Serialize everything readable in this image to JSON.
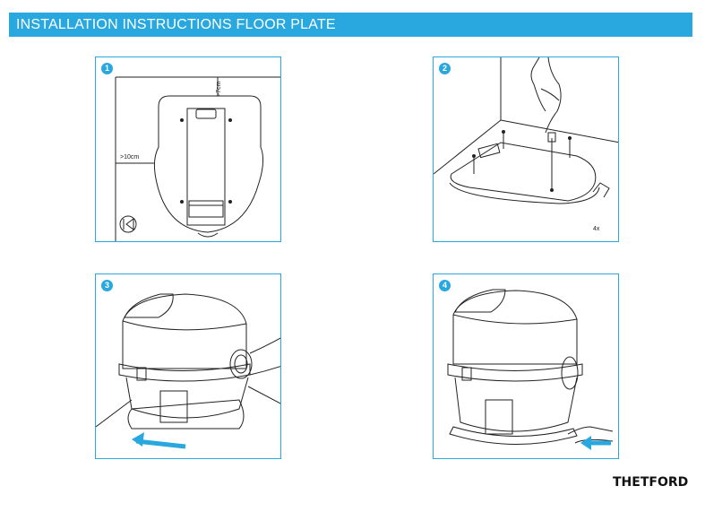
{
  "header": {
    "title": "INSTALLATION INSTRUCTIONS FLOOR PLATE"
  },
  "panels": {
    "p1": {
      "number": "1",
      "label_top": ">7cm",
      "label_left": ">10cm"
    },
    "p2": {
      "number": "2",
      "count": "4x"
    },
    "p3": {
      "number": "3"
    },
    "p4": {
      "number": "4"
    }
  },
  "brand": {
    "logo": "THETFORD"
  },
  "colors": {
    "accent": "#29a8e0",
    "line": "#222222"
  }
}
